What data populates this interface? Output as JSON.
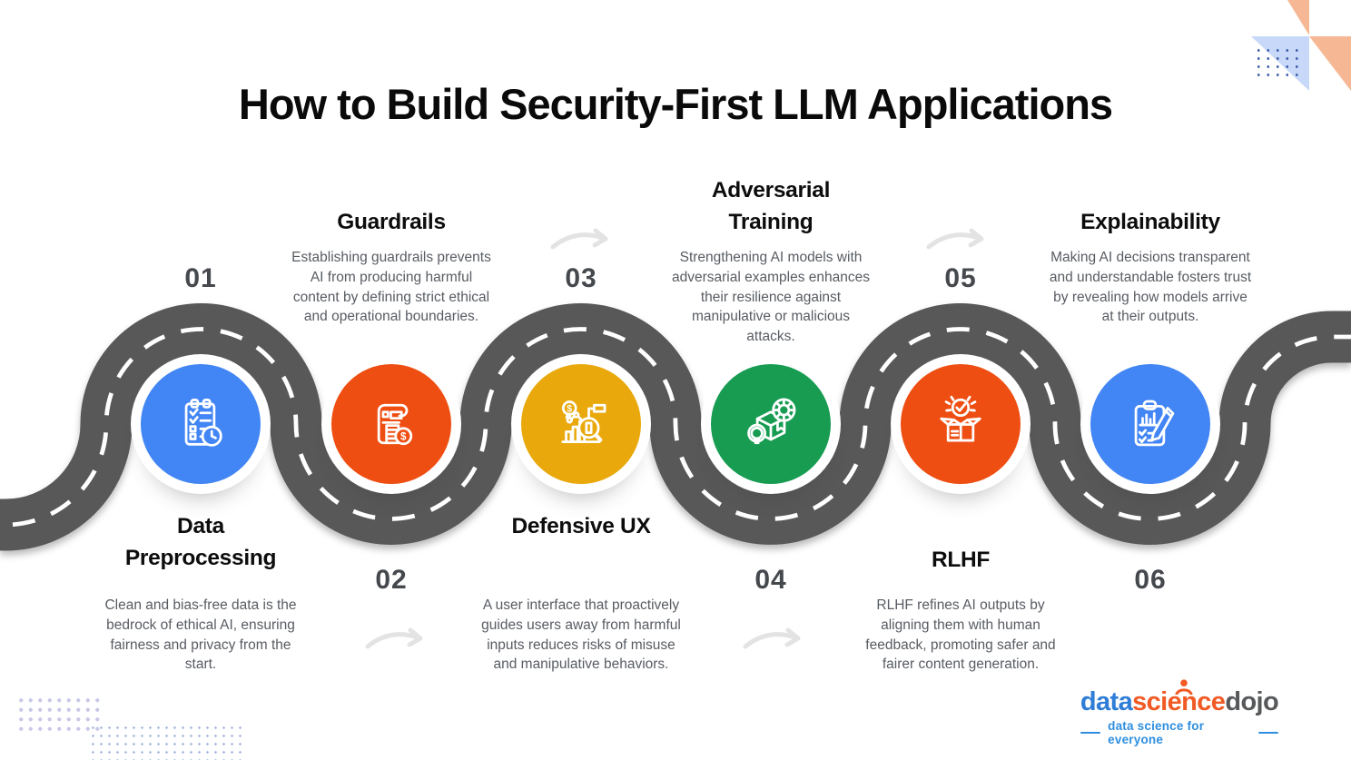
{
  "title": "How to Build Security-First LLM Applications",
  "road": {
    "asphalt_color": "#585858",
    "center_line_color": "#FFFFFF"
  },
  "arrow_color": "#E3E3E3",
  "steps": [
    {
      "number": "01",
      "title": "Data Preprocessing",
      "description": "Clean and bias-free data is the bedrock of ethical AI, ensuring fairness and privacy from the start.",
      "color": "#4285F4",
      "icon": "checklist-clock-icon",
      "label_position": "below-road"
    },
    {
      "number": "02",
      "title": "Guardrails",
      "description": "Establishing guardrails prevents AI from producing harmful content by defining strict ethical and operational boundaries.",
      "color": "#EF4E12",
      "icon": "policy-scroll-icon",
      "label_position": "above-road"
    },
    {
      "number": "03",
      "title": "Defensive UX",
      "description": "A user interface that proactively guides users away from harmful inputs reduces risks of misuse and manipulative behaviors.",
      "color": "#E9A90C",
      "icon": "analytics-magnifier-icon",
      "label_position": "below-road"
    },
    {
      "number": "04",
      "title": "Adversarial Training",
      "description": "Strengthening AI models with adversarial examples enhances their resilience against manipulative or malicious attacks.",
      "color": "#179C52",
      "icon": "package-gear-icon",
      "label_position": "above-road"
    },
    {
      "number": "05",
      "title": "RLHF",
      "description": "RLHF refines AI outputs by aligning them with human feedback, promoting safer and fairer content generation.",
      "color": "#EF4E12",
      "icon": "open-box-check-icon",
      "label_position": "below-road"
    },
    {
      "number": "06",
      "title": "Explainability",
      "description": "Making AI decisions transparent and understandable fosters trust by revealing how models arrive at their outputs.",
      "color": "#4285F4",
      "icon": "report-pencil-icon",
      "label_position": "above-road"
    }
  ],
  "logo": {
    "word1": "data",
    "word2": "science",
    "word3": "dojo",
    "tagline": "data science for everyone",
    "word1_color": "#2E7DD7",
    "word2_color": "#F15A24",
    "word3_color": "#58595B",
    "tagline_color": "#2E8FE0"
  }
}
